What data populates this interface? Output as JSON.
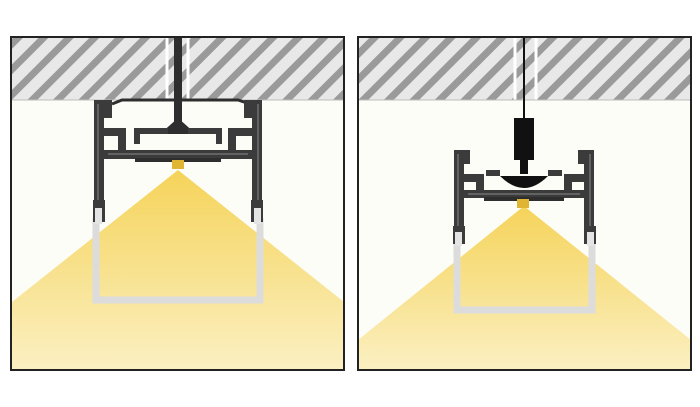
{
  "colors": {
    "background": "#ffffff",
    "panel_fill": "#fdfdf8",
    "frame": "#222222",
    "ceiling_fill": "#e8e8e8",
    "hatch": "#9a9a9a",
    "profile": "#3b3b3b",
    "profile_highlight": "#777777",
    "diffuser": "#dcdcdc",
    "led_chip": "#e0b533",
    "light_beam": "#f6e39a",
    "cable": "#111111"
  },
  "panels": [
    {
      "id": "surface-mount",
      "mounting": "ceiling-bracket"
    },
    {
      "id": "suspended",
      "mounting": "pendant-cable"
    }
  ]
}
